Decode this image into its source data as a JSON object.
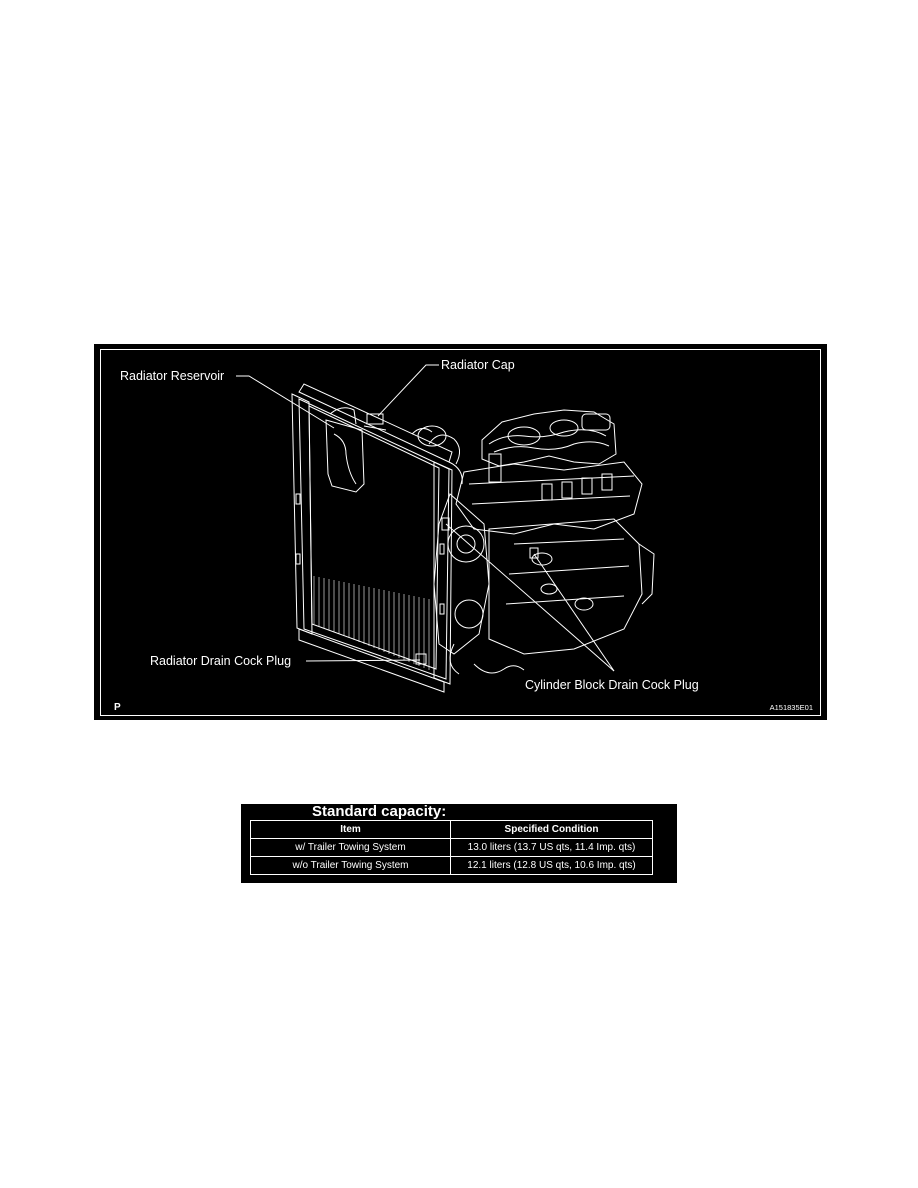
{
  "figure": {
    "callouts": {
      "radiator_reservoir": "Radiator Reservoir",
      "radiator_cap": "Radiator Cap",
      "radiator_drain_cock_plug": "Radiator Drain Cock Plug",
      "cylinder_block_drain_cock_plug": "Cylinder Block Drain Cock Plug"
    },
    "corner_letter": "P",
    "figure_code": "A151835E01"
  },
  "spec": {
    "title": "Standard capacity:",
    "headers": [
      "Item",
      "Specified Condition"
    ],
    "rows": [
      [
        "w/ Trailer Towing System",
        "13.0 liters (13.7 US qts, 11.4 Imp. qts)"
      ],
      [
        "w/o Trailer Towing System",
        "12.1 liters (12.8 US qts, 10.6 Imp. qts)"
      ]
    ]
  },
  "colors": {
    "figure_background": "#000000",
    "line_art": "#ffffff"
  }
}
